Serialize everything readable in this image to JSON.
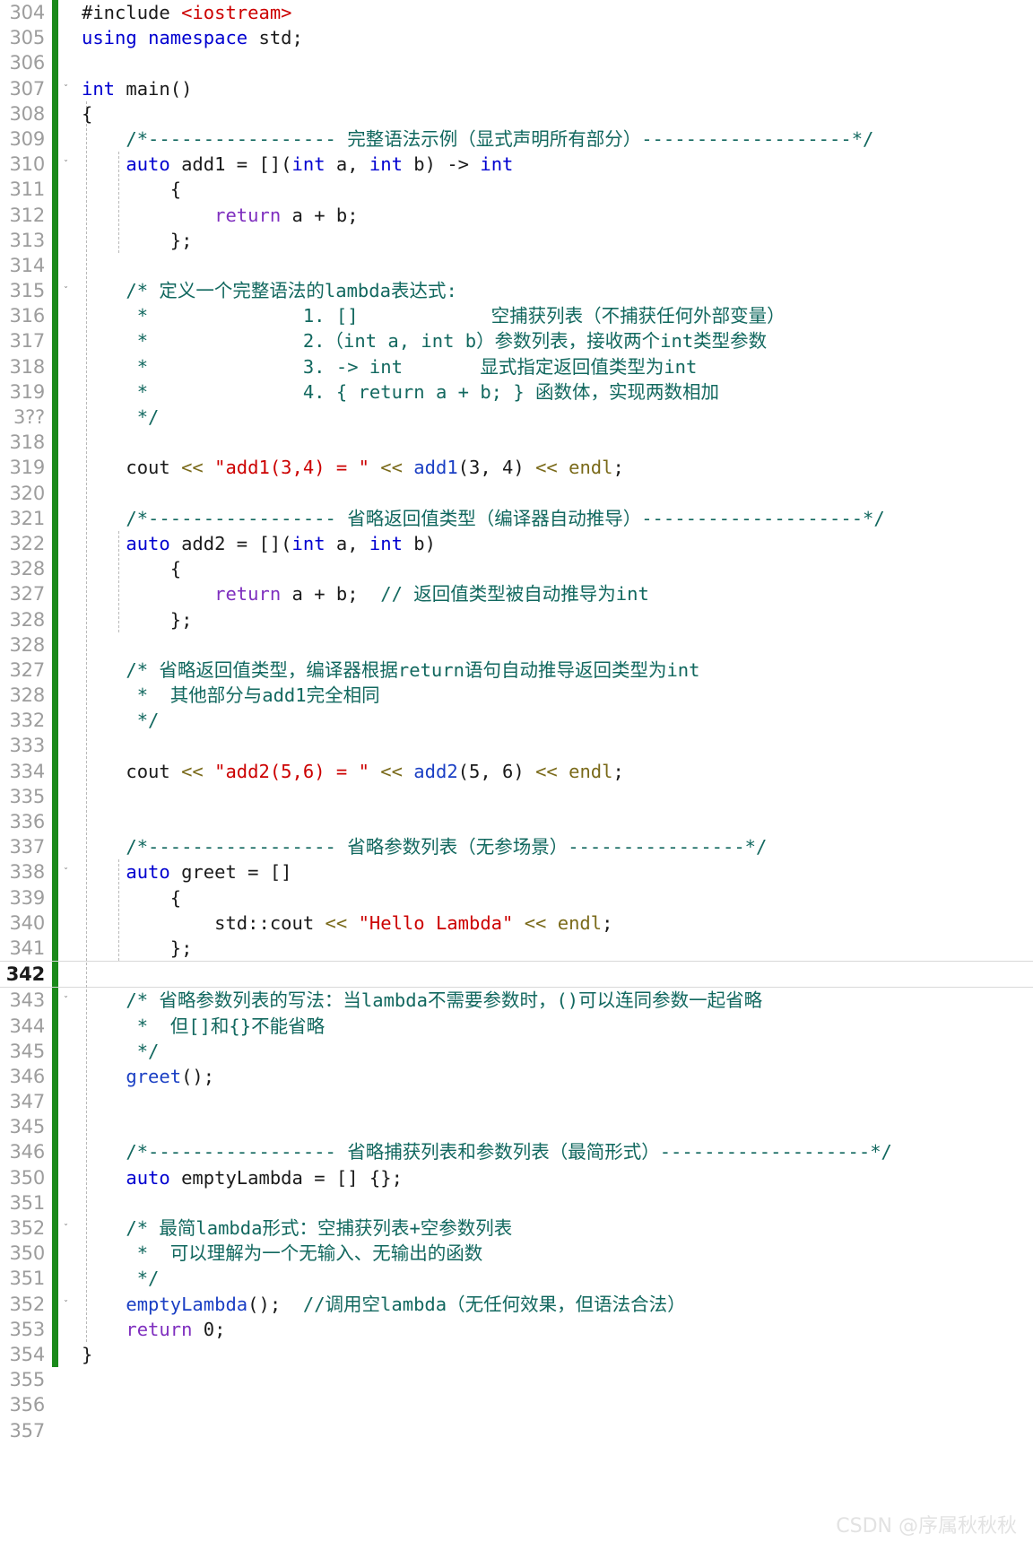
{
  "editor": {
    "language": "cpp",
    "current_line": "342",
    "colors": {
      "keyword": "#0000d0",
      "control_keyword": "#7f2fbf",
      "string": "#cc0000",
      "comment": "#12685f",
      "operator": "#7a6a1a",
      "identifier": "#1a3fc4",
      "gutter_text": "#9d9d9d",
      "change_bar": "#1a8a1a",
      "background": "#ffffff"
    }
  },
  "watermark": "CSDN @序属秋秋秋",
  "lines": [
    {
      "num": "304",
      "fold": "",
      "current": false,
      "indent": 0,
      "tokens": [
        {
          "t": "#include ",
          "c": "pre"
        },
        {
          "t": "<iostream>",
          "c": "hdr"
        }
      ]
    },
    {
      "num": "305",
      "fold": "",
      "current": false,
      "indent": 0,
      "tokens": [
        {
          "t": "using",
          "c": "kw"
        },
        {
          "t": " ",
          "c": "plain"
        },
        {
          "t": "namespace",
          "c": "kw"
        },
        {
          "t": " std;",
          "c": "plain"
        }
      ]
    },
    {
      "num": "306",
      "fold": "",
      "current": false,
      "indent": 0,
      "tokens": []
    },
    {
      "num": "307",
      "fold": "v",
      "current": false,
      "indent": 0,
      "tokens": [
        {
          "t": "int",
          "c": "type"
        },
        {
          "t": " main()",
          "c": "plain"
        }
      ]
    },
    {
      "num": "308",
      "fold": "",
      "current": false,
      "indent": 0,
      "tokens": [
        {
          "t": "{",
          "c": "plain"
        }
      ]
    },
    {
      "num": "309",
      "fold": "",
      "current": false,
      "indent": 1,
      "tokens": [
        {
          "t": "    /*----------------- 完整语法示例（显式声明所有部分）-------------------*/",
          "c": "cmt"
        }
      ]
    },
    {
      "num": "310",
      "fold": "v",
      "current": false,
      "indent": 1,
      "tokens": [
        {
          "t": "    ",
          "c": "plain"
        },
        {
          "t": "auto",
          "c": "kw"
        },
        {
          "t": " add1 = []",
          "c": "plain"
        },
        {
          "t": "(",
          "c": "plain"
        },
        {
          "t": "int",
          "c": "type"
        },
        {
          "t": " a, ",
          "c": "plain"
        },
        {
          "t": "int",
          "c": "type"
        },
        {
          "t": " b) -> ",
          "c": "plain"
        },
        {
          "t": "int",
          "c": "type"
        }
      ]
    },
    {
      "num": "311",
      "fold": "",
      "current": false,
      "indent": 2,
      "tokens": [
        {
          "t": "        {",
          "c": "plain"
        }
      ]
    },
    {
      "num": "312",
      "fold": "",
      "current": false,
      "indent": 2,
      "tokens": [
        {
          "t": "            ",
          "c": "plain"
        },
        {
          "t": "return",
          "c": "kw2"
        },
        {
          "t": " a + b;",
          "c": "plain"
        }
      ]
    },
    {
      "num": "313",
      "fold": "",
      "current": false,
      "indent": 2,
      "tokens": [
        {
          "t": "        };",
          "c": "plain"
        }
      ]
    },
    {
      "num": "314",
      "fold": "",
      "current": false,
      "indent": 1,
      "tokens": []
    },
    {
      "num": "315",
      "fold": "v",
      "current": false,
      "indent": 1,
      "tokens": [
        {
          "t": "    /* 定义一个完整语法的lambda表达式:",
          "c": "cmt"
        }
      ]
    },
    {
      "num": "316",
      "fold": "",
      "current": false,
      "indent": 1,
      "tokens": [
        {
          "t": "     *              1. []            空捕获列表（不捕获任何外部变量）",
          "c": "cmt"
        }
      ]
    },
    {
      "num": "317",
      "fold": "",
      "current": false,
      "indent": 1,
      "tokens": [
        {
          "t": "     *              2.（int a, int b）参数列表，接收两个int类型参数",
          "c": "cmt"
        }
      ]
    },
    {
      "num": "318",
      "fold": "",
      "current": false,
      "indent": 1,
      "tokens": [
        {
          "t": "     *              3. -> int       显式指定返回值类型为int",
          "c": "cmt"
        }
      ]
    },
    {
      "num": "319",
      "fold": "",
      "current": false,
      "indent": 1,
      "tokens": [
        {
          "t": "     *              4. { return a + b; } 函数体，实现两数相加",
          "c": "cmt"
        }
      ]
    },
    {
      "num": "3??",
      "fold": "",
      "current": false,
      "indent": 1,
      "tokens": [
        {
          "t": "     */",
          "c": "cmt"
        }
      ]
    },
    {
      "num": "318",
      "fold": "",
      "current": false,
      "indent": 1,
      "tokens": []
    },
    {
      "num": "319",
      "fold": "",
      "current": false,
      "indent": 1,
      "tokens": [
        {
          "t": "    cout ",
          "c": "plain"
        },
        {
          "t": "<<",
          "c": "op"
        },
        {
          "t": " ",
          "c": "plain"
        },
        {
          "t": "\"add1(3,4) = \"",
          "c": "str"
        },
        {
          "t": " ",
          "c": "plain"
        },
        {
          "t": "<<",
          "c": "op"
        },
        {
          "t": " ",
          "c": "plain"
        },
        {
          "t": "add1",
          "c": "ident"
        },
        {
          "t": "(3, 4) ",
          "c": "plain"
        },
        {
          "t": "<<",
          "c": "op"
        },
        {
          "t": " ",
          "c": "plain"
        },
        {
          "t": "endl",
          "c": "op"
        },
        {
          "t": ";",
          "c": "plain"
        }
      ]
    },
    {
      "num": "320",
      "fold": "",
      "current": false,
      "indent": 1,
      "tokens": []
    },
    {
      "num": "321",
      "fold": "",
      "current": false,
      "indent": 1,
      "tokens": [
        {
          "t": "    /*----------------- 省略返回值类型（编译器自动推导）--------------------*/",
          "c": "cmt"
        }
      ]
    },
    {
      "num": "322",
      "fold": "",
      "current": false,
      "indent": 1,
      "tokens": [
        {
          "t": "    ",
          "c": "plain"
        },
        {
          "t": "auto",
          "c": "kw"
        },
        {
          "t": " add2 = []",
          "c": "plain"
        },
        {
          "t": "(",
          "c": "plain"
        },
        {
          "t": "int",
          "c": "type"
        },
        {
          "t": " a, ",
          "c": "plain"
        },
        {
          "t": "int",
          "c": "type"
        },
        {
          "t": " b)",
          "c": "plain"
        }
      ]
    },
    {
      "num": "328",
      "fold": "",
      "current": false,
      "indent": 2,
      "tokens": [
        {
          "t": "        {",
          "c": "plain"
        }
      ]
    },
    {
      "num": "327",
      "fold": "",
      "current": false,
      "indent": 2,
      "tokens": [
        {
          "t": "            ",
          "c": "plain"
        },
        {
          "t": "return",
          "c": "kw2"
        },
        {
          "t": " a + b;  ",
          "c": "plain"
        },
        {
          "t": "// 返回值类型被自动推导为int",
          "c": "cmt"
        }
      ]
    },
    {
      "num": "328",
      "fold": "",
      "current": false,
      "indent": 2,
      "tokens": [
        {
          "t": "        };",
          "c": "plain"
        }
      ]
    },
    {
      "num": "328",
      "fold": "",
      "current": false,
      "indent": 1,
      "tokens": []
    },
    {
      "num": "327",
      "fold": "",
      "current": false,
      "indent": 1,
      "tokens": [
        {
          "t": "    /* 省略返回值类型，编译器根据return语句自动推导返回类型为int",
          "c": "cmt"
        }
      ]
    },
    {
      "num": "328",
      "fold": "",
      "current": false,
      "indent": 1,
      "tokens": [
        {
          "t": "     *  其他部分与add1完全相同",
          "c": "cmt"
        }
      ]
    },
    {
      "num": "332",
      "fold": "",
      "current": false,
      "indent": 1,
      "tokens": [
        {
          "t": "     */",
          "c": "cmt"
        }
      ]
    },
    {
      "num": "333",
      "fold": "",
      "current": false,
      "indent": 1,
      "tokens": []
    },
    {
      "num": "334",
      "fold": "",
      "current": false,
      "indent": 1,
      "tokens": [
        {
          "t": "    cout ",
          "c": "plain"
        },
        {
          "t": "<<",
          "c": "op"
        },
        {
          "t": " ",
          "c": "plain"
        },
        {
          "t": "\"add2(5,6) = \"",
          "c": "str"
        },
        {
          "t": " ",
          "c": "plain"
        },
        {
          "t": "<<",
          "c": "op"
        },
        {
          "t": " ",
          "c": "plain"
        },
        {
          "t": "add2",
          "c": "ident"
        },
        {
          "t": "(5, 6) ",
          "c": "plain"
        },
        {
          "t": "<<",
          "c": "op"
        },
        {
          "t": " ",
          "c": "plain"
        },
        {
          "t": "endl",
          "c": "op"
        },
        {
          "t": ";",
          "c": "plain"
        }
      ]
    },
    {
      "num": "335",
      "fold": "",
      "current": false,
      "indent": 1,
      "tokens": []
    },
    {
      "num": "336",
      "fold": "",
      "current": false,
      "indent": 1,
      "tokens": []
    },
    {
      "num": "337",
      "fold": "",
      "current": false,
      "indent": 1,
      "tokens": [
        {
          "t": "    /*----------------- 省略参数列表（无参场景）----------------*/",
          "c": "cmt"
        }
      ]
    },
    {
      "num": "338",
      "fold": "v",
      "current": false,
      "indent": 1,
      "tokens": [
        {
          "t": "    ",
          "c": "plain"
        },
        {
          "t": "auto",
          "c": "kw"
        },
        {
          "t": " greet = []",
          "c": "plain"
        }
      ]
    },
    {
      "num": "339",
      "fold": "",
      "current": false,
      "indent": 2,
      "tokens": [
        {
          "t": "        {",
          "c": "plain"
        }
      ]
    },
    {
      "num": "340",
      "fold": "",
      "current": false,
      "indent": 2,
      "tokens": [
        {
          "t": "            std::cout ",
          "c": "plain"
        },
        {
          "t": "<<",
          "c": "op"
        },
        {
          "t": " ",
          "c": "plain"
        },
        {
          "t": "\"Hello Lambda\"",
          "c": "str"
        },
        {
          "t": " ",
          "c": "plain"
        },
        {
          "t": "<<",
          "c": "op"
        },
        {
          "t": " ",
          "c": "plain"
        },
        {
          "t": "endl",
          "c": "op"
        },
        {
          "t": ";",
          "c": "plain"
        }
      ]
    },
    {
      "num": "341",
      "fold": "",
      "current": false,
      "indent": 2,
      "tokens": [
        {
          "t": "        };",
          "c": "plain"
        }
      ]
    },
    {
      "num": "342",
      "fold": "",
      "current": true,
      "indent": 1,
      "tokens": []
    },
    {
      "num": "343",
      "fold": "v",
      "current": false,
      "indent": 1,
      "tokens": [
        {
          "t": "    /* 省略参数列表的写法：当lambda不需要参数时，()可以连同参数一起省略",
          "c": "cmt"
        }
      ]
    },
    {
      "num": "344",
      "fold": "",
      "current": false,
      "indent": 1,
      "tokens": [
        {
          "t": "     *  但[]和{}不能省略",
          "c": "cmt"
        }
      ]
    },
    {
      "num": "345",
      "fold": "",
      "current": false,
      "indent": 1,
      "tokens": [
        {
          "t": "     */",
          "c": "cmt"
        }
      ]
    },
    {
      "num": "346",
      "fold": "",
      "current": false,
      "indent": 1,
      "tokens": [
        {
          "t": "    ",
          "c": "plain"
        },
        {
          "t": "greet",
          "c": "ident"
        },
        {
          "t": "();",
          "c": "plain"
        }
      ]
    },
    {
      "num": "347",
      "fold": "",
      "current": false,
      "indent": 1,
      "tokens": []
    },
    {
      "num": "345",
      "fold": "",
      "current": false,
      "indent": 1,
      "tokens": []
    },
    {
      "num": "346",
      "fold": "",
      "current": false,
      "indent": 1,
      "tokens": [
        {
          "t": "    /*----------------- 省略捕获列表和参数列表（最简形式）-------------------*/",
          "c": "cmt"
        }
      ]
    },
    {
      "num": "350",
      "fold": "",
      "current": false,
      "indent": 1,
      "tokens": [
        {
          "t": "    ",
          "c": "plain"
        },
        {
          "t": "auto",
          "c": "kw"
        },
        {
          "t": " emptyLambda = [] {};",
          "c": "plain"
        }
      ]
    },
    {
      "num": "351",
      "fold": "",
      "current": false,
      "indent": 1,
      "tokens": []
    },
    {
      "num": "352",
      "fold": "v",
      "current": false,
      "indent": 1,
      "tokens": [
        {
          "t": "    /* 最简lambda形式：空捕获列表+空参数列表",
          "c": "cmt"
        }
      ]
    },
    {
      "num": "350",
      "fold": "",
      "current": false,
      "indent": 1,
      "tokens": [
        {
          "t": "     *  可以理解为一个无输入、无输出的函数",
          "c": "cmt"
        }
      ]
    },
    {
      "num": "351",
      "fold": "",
      "current": false,
      "indent": 1,
      "tokens": [
        {
          "t": "     */",
          "c": "cmt"
        }
      ]
    },
    {
      "num": "352",
      "fold": "v",
      "current": false,
      "indent": 1,
      "tokens": [
        {
          "t": "    ",
          "c": "plain"
        },
        {
          "t": "emptyLambda",
          "c": "ident"
        },
        {
          "t": "();  ",
          "c": "plain"
        },
        {
          "t": "//调用空lambda（无任何效果，但语法合法）",
          "c": "cmt"
        }
      ]
    },
    {
      "num": "353",
      "fold": "",
      "current": false,
      "indent": 1,
      "tokens": [
        {
          "t": "    ",
          "c": "plain"
        },
        {
          "t": "return",
          "c": "kw2"
        },
        {
          "t": " 0;",
          "c": "plain"
        }
      ]
    },
    {
      "num": "354",
      "fold": "",
      "current": false,
      "indent": 0,
      "tokens": [
        {
          "t": "}",
          "c": "plain"
        }
      ]
    },
    {
      "num": "355",
      "fold": "",
      "current": false,
      "indent": -1,
      "tokens": []
    },
    {
      "num": "356",
      "fold": "",
      "current": false,
      "indent": -1,
      "tokens": []
    },
    {
      "num": "357",
      "fold": "",
      "current": false,
      "indent": -1,
      "tokens": []
    }
  ]
}
